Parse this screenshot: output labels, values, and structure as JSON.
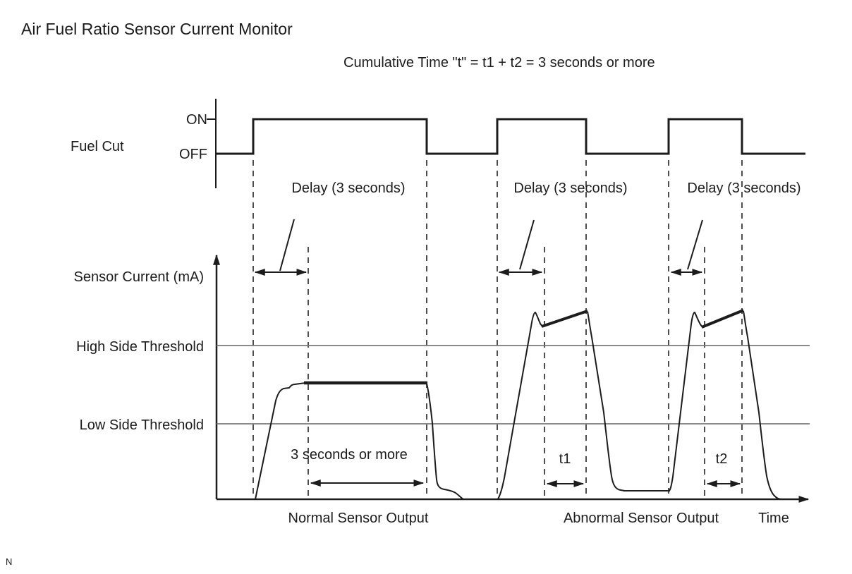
{
  "title": "Air Fuel Ratio Sensor Current Monitor",
  "subtitle": "Cumulative Time \"t\" = t1 + t2 = 3 seconds or more",
  "fuel_cut": {
    "label": "Fuel Cut",
    "on_label": "ON",
    "off_label": "OFF",
    "delay_labels": [
      "Delay (3 seconds)",
      "Delay (3 seconds)",
      "Delay (3 seconds)"
    ]
  },
  "sensor": {
    "axis_label": "Sensor Current (mA)",
    "high_threshold_label": "High Side Threshold",
    "low_threshold_label": "Low Side Threshold",
    "duration_label": "3 seconds or more",
    "t1_label": "t1",
    "t2_label": "t2",
    "normal_label": "Normal Sensor Output",
    "abnormal_label": "Abnormal Sensor Output",
    "time_label": "Time"
  },
  "footer": {
    "note": "N"
  },
  "colors": {
    "line": "#1c1c1c",
    "threshold": "#7a7a7a",
    "dashed": "#3a3a3a",
    "background": "#ffffff"
  }
}
